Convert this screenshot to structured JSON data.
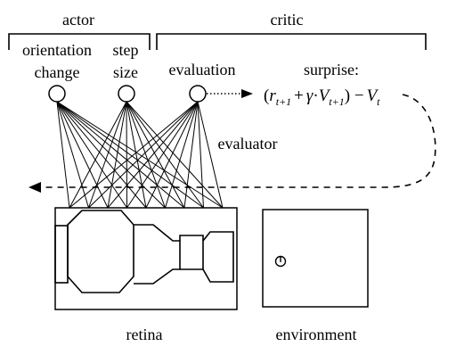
{
  "groups": {
    "actor": "actor",
    "critic": "critic"
  },
  "units": {
    "orientation_change": [
      "orientation",
      "change"
    ],
    "step_size": [
      "step",
      "size"
    ],
    "evaluation": "evaluation"
  },
  "signal": {
    "label": "surprise:",
    "formula": {
      "open": "(",
      "r": "r",
      "r_sub": "t+1",
      "plus": "+",
      "gamma": "γ",
      "dot": "·",
      "V1": "V",
      "V1_sub": "t+1",
      "close_minus": ") −",
      "V2": "V",
      "V2_sub": "t"
    }
  },
  "connection_label": "evaluator",
  "boxes": {
    "retina": "retina",
    "environment": "environment"
  }
}
